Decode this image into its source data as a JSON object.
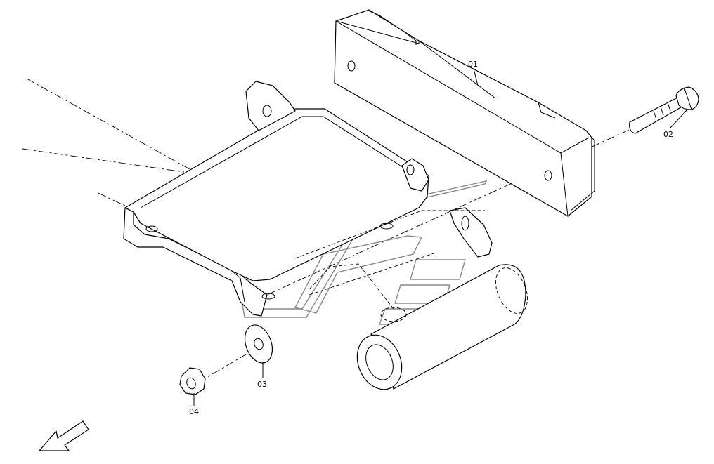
{
  "callouts": {
    "part_01": "01",
    "part_02": "02",
    "part_03": "03",
    "part_04": "04"
  },
  "colors": {
    "line": "#000000",
    "background": "#ffffff",
    "watermark": "#8a8a8a"
  }
}
